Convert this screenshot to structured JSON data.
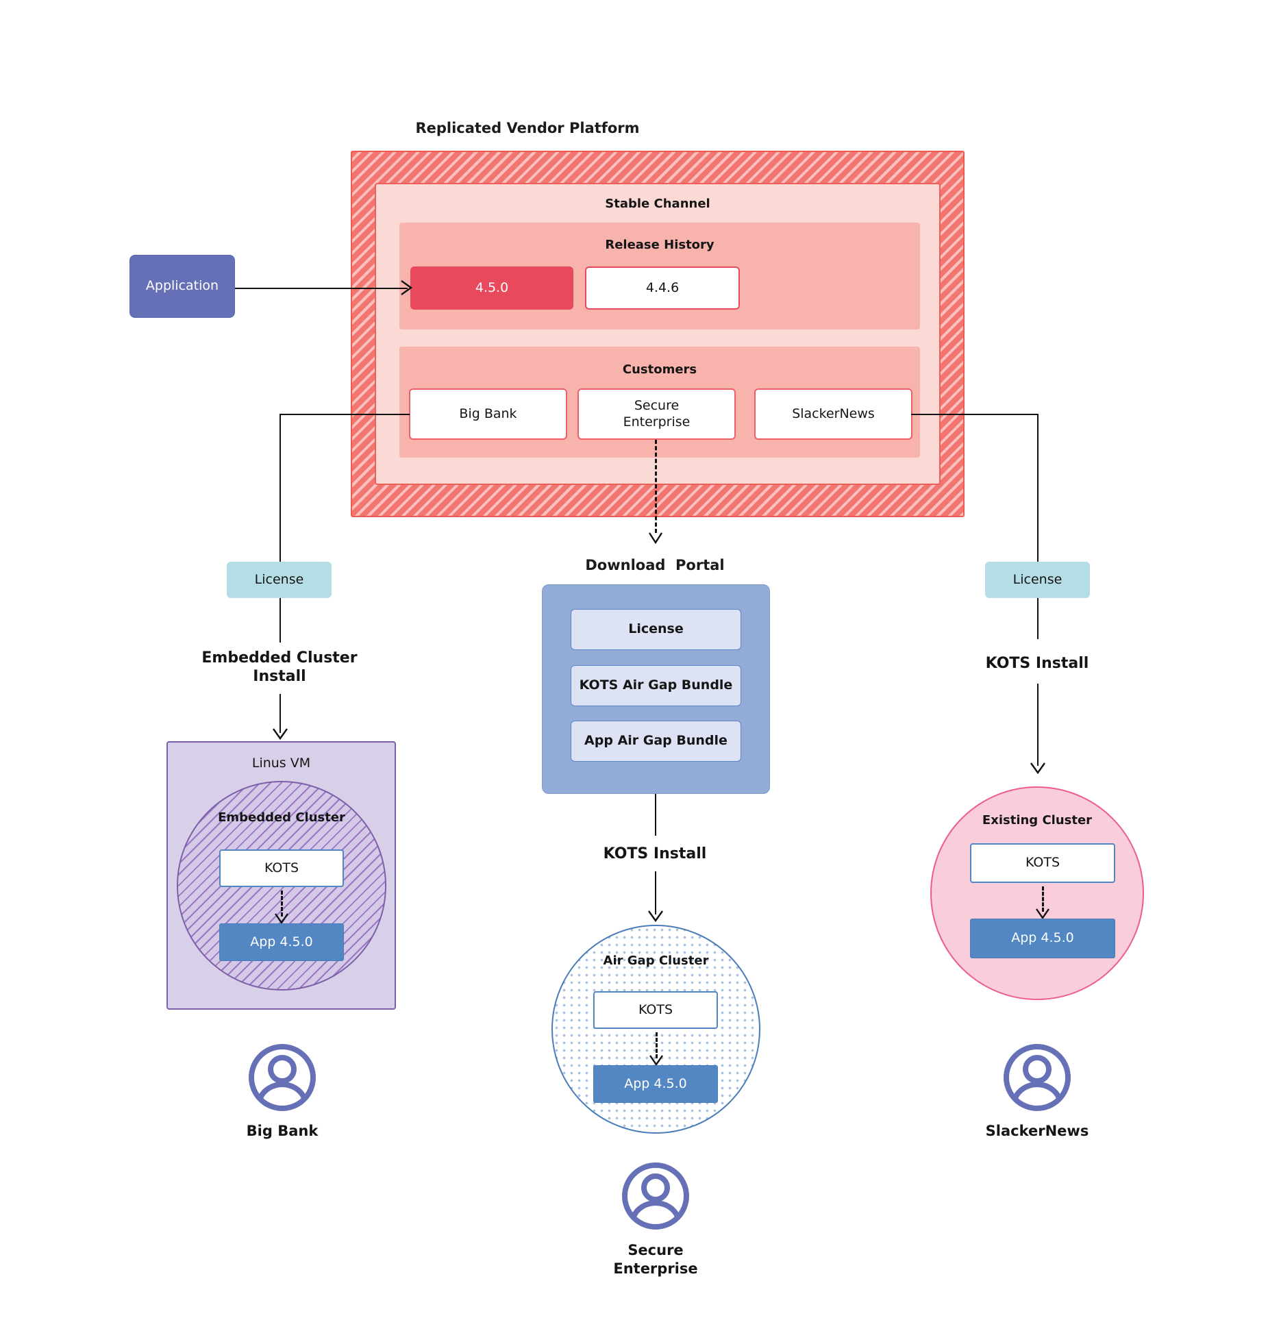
{
  "diagram": {
    "title": "Replicated Vendor Platform",
    "background": "#ffffff"
  },
  "colors": {
    "vendor_platform": "#f2766f",
    "channel": "#fbd9d5",
    "subpanel": "#f7b3ac",
    "release_current": "#e8495c",
    "application": "#6670b6",
    "license_chip": "#b4dde6",
    "download_portal": "#93abd7",
    "portal_item": "#dde3f4",
    "vm": "#d8cfe9",
    "embedded_cluster": "#9a77c0",
    "airgap_cluster": "#4a7cba",
    "existing_cluster": "#f9cdda",
    "kots": "#ffffff",
    "app": "#5387c3",
    "avatar": "#6670b6"
  },
  "application": {
    "label": "Application"
  },
  "vendor_platform": {
    "title": "Replicated Vendor Platform",
    "channel": {
      "title": "Stable Channel",
      "release_history": {
        "title": "Release History",
        "releases": [
          {
            "version": "4.5.0",
            "current": true
          },
          {
            "version": "4.4.6",
            "current": false
          }
        ]
      },
      "customers": {
        "title": "Customers",
        "items": [
          {
            "name": "Big Bank"
          },
          {
            "name": "Secure\nEnterprise"
          },
          {
            "name": "SlackerNews"
          }
        ]
      }
    }
  },
  "licenses": {
    "left_label": "License",
    "right_label": "License"
  },
  "install_labels": {
    "left": "Embedded Cluster\nInstall",
    "center": "KOTS Install",
    "right": "KOTS Install"
  },
  "download_portal": {
    "title": "Download  Portal",
    "items": [
      {
        "label": "License"
      },
      {
        "label": "KOTS Air Gap Bundle"
      },
      {
        "label": "App Air Gap Bundle"
      }
    ]
  },
  "left_stack": {
    "vm_title": "Linus VM",
    "cluster_title": "Embedded Cluster",
    "kots_label": "KOTS",
    "app_label": "App 4.5.0",
    "customer_label": "Big Bank"
  },
  "center_stack": {
    "cluster_title": "Air Gap Cluster",
    "kots_label": "KOTS",
    "app_label": "App 4.5.0",
    "customer_label": "Secure\nEnterprise"
  },
  "right_stack": {
    "cluster_title": "Existing Cluster",
    "kots_label": "KOTS",
    "app_label": "App 4.5.0",
    "customer_label": "SlackerNews"
  },
  "icons": {
    "avatar": "user-avatar-icon",
    "arrow": "arrow-head-icon"
  }
}
